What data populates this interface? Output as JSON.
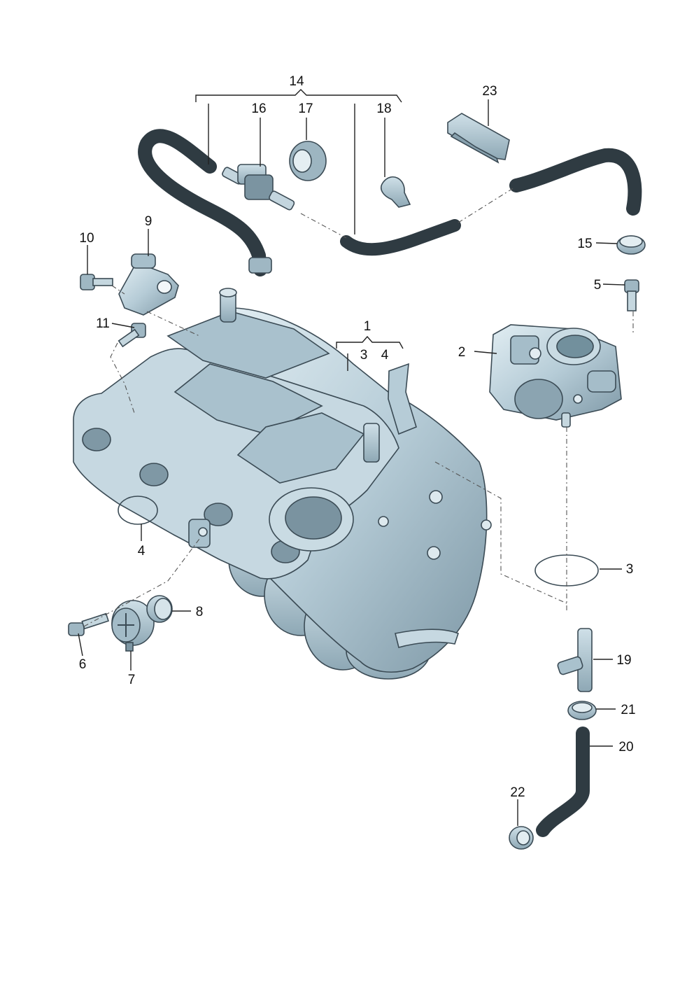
{
  "diagram": {
    "callouts": {
      "c1": "1",
      "c2": "2",
      "c3a": "3",
      "c3b": "3",
      "c4a": "4",
      "c4b": "4",
      "c5": "5",
      "c6": "6",
      "c7": "7",
      "c8": "8",
      "c9": "9",
      "c10": "10",
      "c11": "11",
      "c14": "14",
      "c15": "15",
      "c16": "16",
      "c17": "17",
      "c18": "18",
      "c19": "19",
      "c20": "20",
      "c21": "21",
      "c22": "22",
      "c23": "23"
    },
    "colors": {
      "part_fill": "#b9cfd9",
      "part_shade": "#8fa9b6",
      "part_light": "#dde9ee",
      "hose_fill": "#6f8794",
      "line": "#222222"
    }
  }
}
